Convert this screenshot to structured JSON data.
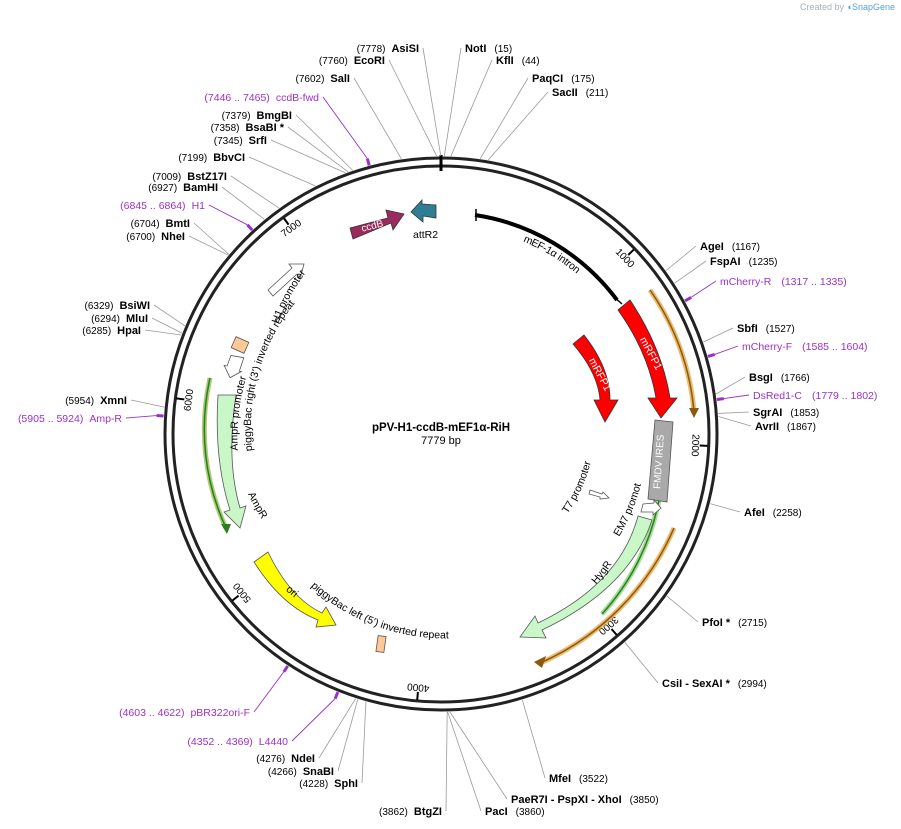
{
  "credit": {
    "prefix": "Created by",
    "brand": "SnapGene"
  },
  "plasmid": {
    "name": "pPV-H1-ccdB-mEF1α-RiH",
    "length_label": "7779 bp",
    "length": 7779
  },
  "ticks": [
    {
      "label": "1000",
      "pos": 1000
    },
    {
      "label": "2000",
      "pos": 2000
    },
    {
      "label": "3000",
      "pos": 3000
    },
    {
      "label": "4000",
      "pos": 4000
    },
    {
      "label": "5000",
      "pos": 5000
    },
    {
      "label": "6000",
      "pos": 6000
    },
    {
      "label": "7000",
      "pos": 7000
    }
  ],
  "sites": [
    {
      "name": "AsiSI",
      "pos_label": "(7778)",
      "pos": 7778,
      "side": "left"
    },
    {
      "name": "EcoRI",
      "pos_label": "(7760)",
      "pos": 7760,
      "side": "left"
    },
    {
      "name": "SalI",
      "pos_label": "(7602)",
      "pos": 7602,
      "side": "left"
    },
    {
      "name": "BmgBI",
      "pos_label": "(7379)",
      "pos": 7379,
      "side": "left"
    },
    {
      "name": "BsaBI *",
      "pos_label": "(7358)",
      "pos": 7358,
      "side": "left"
    },
    {
      "name": "SrfI",
      "pos_label": "(7345)",
      "pos": 7345,
      "side": "left"
    },
    {
      "name": "BbvCI",
      "pos_label": "(7199)",
      "pos": 7199,
      "side": "left"
    },
    {
      "name": "BstZ17I",
      "pos_label": "(7009)",
      "pos": 7009,
      "side": "left"
    },
    {
      "name": "BamHI",
      "pos_label": "(6927)",
      "pos": 6927,
      "side": "left"
    },
    {
      "name": "BmtI",
      "pos_label": "(6704)",
      "pos": 6704,
      "side": "left"
    },
    {
      "name": "NheI",
      "pos_label": "(6700)",
      "pos": 6700,
      "side": "left"
    },
    {
      "name": "BsiWI",
      "pos_label": "(6329)",
      "pos": 6329,
      "side": "left"
    },
    {
      "name": "MluI",
      "pos_label": "(6294)",
      "pos": 6294,
      "side": "left"
    },
    {
      "name": "HpaI",
      "pos_label": "(6285)",
      "pos": 6285,
      "side": "left"
    },
    {
      "name": "XmnI",
      "pos_label": "(5954)",
      "pos": 5954,
      "side": "left"
    },
    {
      "name": "NdeI",
      "pos_label": "(4276)",
      "pos": 4276,
      "side": "left"
    },
    {
      "name": "SnaBI",
      "pos_label": "(4266)",
      "pos": 4266,
      "side": "left"
    },
    {
      "name": "SphI",
      "pos_label": "(4228)",
      "pos": 4228,
      "side": "left"
    },
    {
      "name": "BtgZI",
      "pos_label": "(3862)",
      "pos": 3862,
      "side": "left"
    },
    {
      "name": "NotI",
      "pos_label": "(15)",
      "pos": 15,
      "side": "right"
    },
    {
      "name": "KflI",
      "pos_label": "(44)",
      "pos": 44,
      "side": "right"
    },
    {
      "name": "PaqCI",
      "pos_label": "(175)",
      "pos": 175,
      "side": "right"
    },
    {
      "name": "SacII",
      "pos_label": "(211)",
      "pos": 211,
      "side": "right"
    },
    {
      "name": "AgeI",
      "pos_label": "(1167)",
      "pos": 1167,
      "side": "right"
    },
    {
      "name": "FspAI",
      "pos_label": "(1235)",
      "pos": 1235,
      "side": "right"
    },
    {
      "name": "SbfI",
      "pos_label": "(1527)",
      "pos": 1527,
      "side": "right"
    },
    {
      "name": "BsgI",
      "pos_label": "(1766)",
      "pos": 1766,
      "side": "right"
    },
    {
      "name": "SgrAI",
      "pos_label": "(1853)",
      "pos": 1853,
      "side": "right"
    },
    {
      "name": "AvrII",
      "pos_label": "(1867)",
      "pos": 1867,
      "side": "right"
    },
    {
      "name": "AfeI",
      "pos_label": "(2258)",
      "pos": 2258,
      "side": "right"
    },
    {
      "name": "PfoI *",
      "pos_label": "(2715)",
      "pos": 2715,
      "side": "right"
    },
    {
      "name": "CsiI  - SexAI *",
      "pos_label": "(2994)",
      "pos": 2994,
      "side": "right"
    },
    {
      "name": "MfeI",
      "pos_label": "(3522)",
      "pos": 3522,
      "side": "right"
    },
    {
      "name": "PaeR7I  - PspXI  - XhoI",
      "pos_label": "(3850)",
      "pos": 3850,
      "side": "right"
    },
    {
      "name": "PacI",
      "pos_label": "(3860)",
      "pos": 3860,
      "side": "right"
    }
  ],
  "primers": [
    {
      "name": "ccdB-fwd",
      "range_label": "(7446 .. 7465)",
      "start": 7446,
      "end": 7465,
      "side": "left"
    },
    {
      "name": "H1",
      "range_label": "(6845 .. 6864)",
      "start": 6845,
      "end": 6864,
      "side": "left"
    },
    {
      "name": "Amp-R",
      "range_label": "(5905 .. 5924)",
      "start": 5905,
      "end": 5924,
      "side": "left"
    },
    {
      "name": "pBR322ori-F",
      "range_label": "(4603 .. 4622)",
      "start": 4603,
      "end": 4622,
      "side": "left"
    },
    {
      "name": "L4440",
      "range_label": "(4352 .. 4369)",
      "start": 4352,
      "end": 4369,
      "side": "left"
    },
    {
      "name": "mCherry-R",
      "range_label": "(1317 .. 1335)",
      "start": 1317,
      "end": 1335,
      "side": "right"
    },
    {
      "name": "mCherry-F",
      "range_label": "(1585 .. 1604)",
      "start": 1585,
      "end": 1604,
      "side": "right"
    },
    {
      "name": "DsRed1-C",
      "range_label": "(1779 .. 1802)",
      "start": 1779,
      "end": 1802,
      "side": "right"
    }
  ],
  "features": {
    "ccdB": {
      "label": "ccdB",
      "color": "#9b2a5f"
    },
    "attR2": {
      "label": "attR2",
      "color": "#2e7f96"
    },
    "mef_intron": {
      "label": "mEF-1α intron"
    },
    "mrfp1_a": {
      "label": "mRFP1",
      "color": "#ff0000"
    },
    "mrfp1_b": {
      "label": "mRFP1",
      "color": "#ff0000"
    },
    "fmdv_ires": {
      "label": "FMDV IRES",
      "color": "#a9a9a9"
    },
    "t7_promoter": {
      "label": "T7 promoter"
    },
    "em7_promoter": {
      "label": "EM7 promoter"
    },
    "hygr": {
      "label": "HygR",
      "color": "#c9f7c8"
    },
    "piggybac_left": {
      "label": "piggyBac left (5') inverted repeat",
      "color": "#ffc896"
    },
    "ori": {
      "label": "ori",
      "color": "#ffff00"
    },
    "ampr": {
      "label": "AmpR",
      "color": "#c9f7c8"
    },
    "ampr_promoter": {
      "label": "AmpR promoter"
    },
    "piggybac_right": {
      "label": "piggyBac right (3') inverted repeat",
      "color": "#ffc896"
    },
    "h1_promoter": {
      "label": "H1 promoter"
    }
  },
  "colors": {
    "primer": "#9b30c8",
    "orf_orange": "#e7a13a",
    "orf_green": "#3a9a27"
  }
}
